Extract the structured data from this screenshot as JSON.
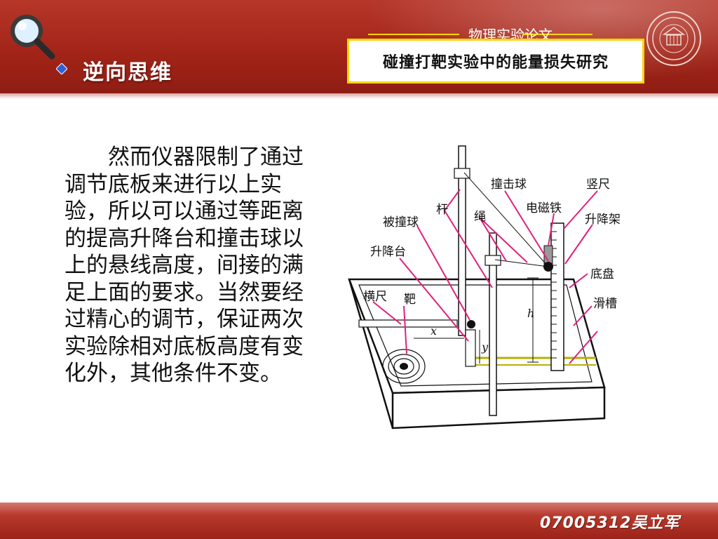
{
  "header": {
    "section_title": "逆向思维",
    "paper_label": "物理实验论文",
    "paper_title": "碰撞打靶实验中的能量损失研究",
    "icons": [
      "magnifier-icon",
      "diamond-bullet-icon",
      "university-seal-icon"
    ]
  },
  "body": {
    "paragraph": "然而仪器限制了通过调节底板来进行以上实验，所以可以通过等距离的提高升降台和撞击球以上的悬线高度，间接的满足上面的要求。当然要经过精心的调节，保证两次实验除相对底板高度有变化外，其他条件不变。"
  },
  "diagram": {
    "labels": {
      "impact_ball": "撞击球",
      "vertical_ruler": "竖尺",
      "rod": "杆",
      "rope": "绳",
      "electromagnet": "电磁铁",
      "struck_ball": "被撞球",
      "lift_frame": "升降架",
      "lift_table": "升降台",
      "base_plate": "底盘",
      "horizontal_ruler": "横尺",
      "target": "靶",
      "slide_groove": "滑槽",
      "sym_h": "h",
      "sym_x": "x",
      "sym_y": "y"
    },
    "colors": {
      "leader": "#e0207a",
      "groove": "#b7b000",
      "line": "#111111"
    }
  },
  "footer": {
    "author": "07005312吴立军"
  }
}
